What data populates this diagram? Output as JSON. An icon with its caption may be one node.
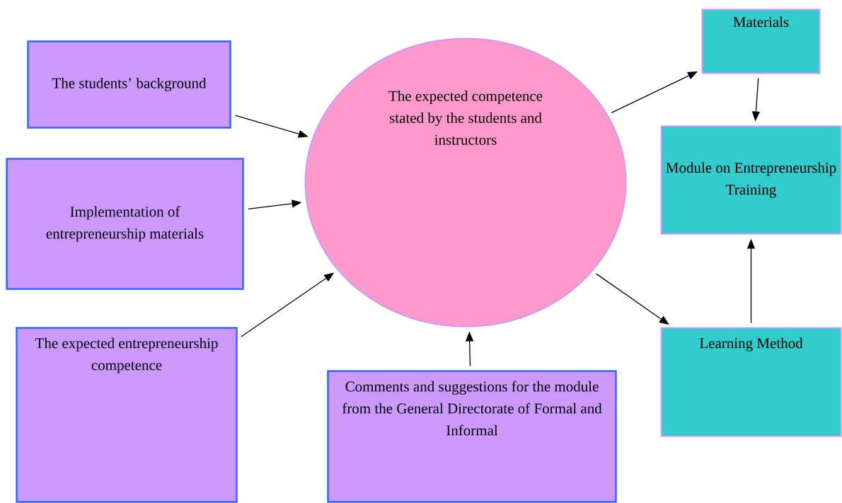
{
  "diagram": {
    "nodes": [
      {
        "text": [
          "The students’ background"
        ]
      },
      {
        "text": [
          "Implementation of entrepreneurship materials"
        ]
      },
      {
        "text": [
          "The expected entrepreneurship competence"
        ]
      },
      {
        "text": [
          "Comments and suggestions for the module from the General Directorate of Formal and Informal"
        ]
      },
      {
        "text": [
          "The expected competence stated by the students and instructors"
        ]
      },
      {
        "text": [
          "Materials"
        ]
      },
      {
        "text": [
          "Module on Entrepreneurship Training"
        ]
      },
      {
        "text": [
          "Learning Method"
        ]
      }
    ],
    "edges": [
      {
        "from": 0,
        "to": 4,
        "arrow": "to"
      },
      {
        "from": 1,
        "to": 4,
        "arrow": "to"
      },
      {
        "from": 2,
        "to": 4,
        "arrow": "to"
      },
      {
        "from": 3,
        "to": 4,
        "arrow": "to"
      },
      {
        "from": 4,
        "to": 5,
        "arrow": "to"
      },
      {
        "from": 5,
        "to": 6,
        "arrow": "to"
      },
      {
        "from": 4,
        "to": 7,
        "arrow": "to"
      },
      {
        "from": 7,
        "to": 6,
        "arrow": "to"
      }
    ]
  }
}
